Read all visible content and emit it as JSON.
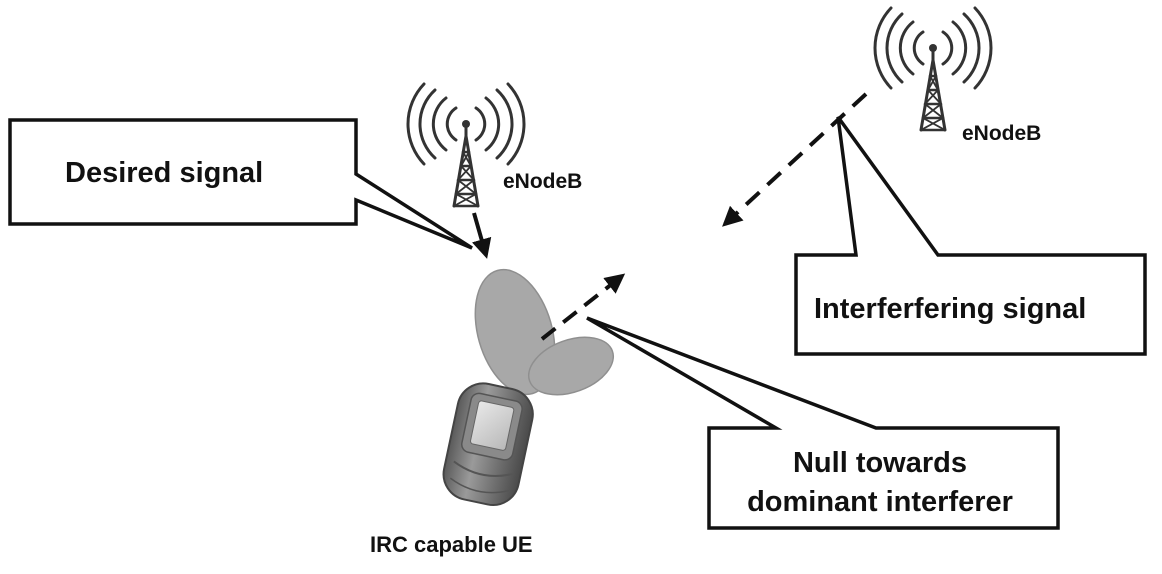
{
  "callouts": {
    "desired": "Desired signal",
    "interfering": "Interferfering signal",
    "null_line1": "Null towards",
    "null_line2": "dominant interferer"
  },
  "labels": {
    "enodeb_left": "eNodeB",
    "enodeb_right": "eNodeB",
    "ue": "IRC capable UE"
  },
  "icons": {
    "tower": "radio-tower-icon",
    "phone": "mobile-phone-icon"
  },
  "colors": {
    "ink": "#111111",
    "beam_lobe": "#a8a8a8",
    "phone_body": "#777777",
    "phone_screen": "#cfcfcf"
  }
}
